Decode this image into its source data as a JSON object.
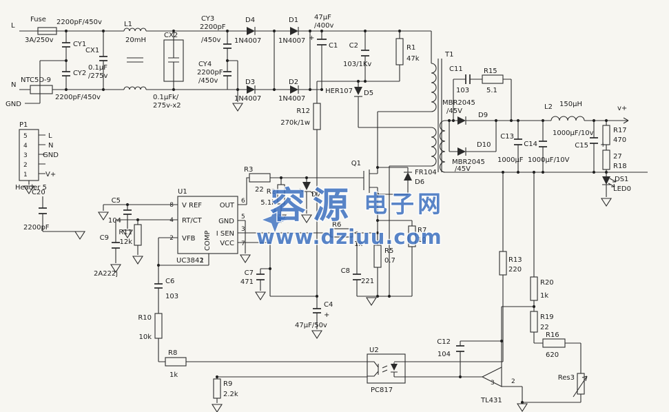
{
  "meta": {
    "background": "#f7f6f1",
    "ink_color": "#2b2b2b",
    "watermark_color": "#3a6fc0"
  },
  "watermark": {
    "word1": "容源",
    "word2": "电子网",
    "url": "www.dziuu.com"
  },
  "input": {
    "l": "L",
    "n": "N",
    "gnd": "GND",
    "fuse": {
      "ref": "Fuse",
      "val": "3A/250v"
    },
    "cy1": {
      "ref": "CY1",
      "val": "2200pF/450v"
    },
    "cy2": {
      "ref": "CY2",
      "val": "2200pF/450v"
    },
    "ntc": {
      "ref": "NTC5D-9"
    },
    "cx1": {
      "ref": "CX1",
      "v1": "0.1μF",
      "v2": "/275v"
    },
    "l1": {
      "ref": "L1",
      "val": "20mH"
    },
    "cx2": {
      "ref": "CX2",
      "v1": "0.1μFk/",
      "v2": "275v-x2"
    },
    "cy3": {
      "ref": "CY3",
      "v1": "2200pF",
      "v2": "/450v"
    },
    "cy4": {
      "ref": "CY4",
      "v1": "2200pF",
      "v2": "/450v"
    }
  },
  "bridge": {
    "d4": {
      "ref": "D4",
      "val": "1N4007"
    },
    "d1": {
      "ref": "D1",
      "val": "1N4007"
    },
    "d3": {
      "ref": "D3",
      "val": "1N4007"
    },
    "d2": {
      "ref": "D2",
      "val": "1N4007"
    },
    "c1": {
      "ref": "C1",
      "v1": "47μF",
      "v2": "/400v",
      "plus": "+"
    }
  },
  "primary": {
    "c2": {
      "ref": "C2",
      "val": "103/1Kv"
    },
    "r1": {
      "ref": "R1",
      "val": "47k"
    },
    "t1": {
      "ref": "T1"
    },
    "d5": {
      "ref": "D5",
      "val": "HER107"
    },
    "r12": {
      "ref": "R12",
      "val": "270k/1w"
    },
    "q1": {
      "ref": "Q1"
    },
    "d6": {
      "ref": "D6",
      "val": "FR104"
    },
    "r3": {
      "ref": "R3",
      "val": "22"
    },
    "r2": {
      "ref": "R2",
      "val": "5.1k"
    },
    "d7": {
      "ref": "D7"
    },
    "r6": {
      "ref": "R6",
      "val": "1k"
    },
    "r7": {
      "ref": "R7",
      "val": "10"
    },
    "r5": {
      "ref": "R5",
      "val": "0.7"
    },
    "c8": {
      "ref": "C8",
      "val": "221"
    }
  },
  "controller": {
    "u1": {
      "ref": "U1",
      "part": "UC3842",
      "pins": {
        "vref": "V REF",
        "rtct": "RT/CT",
        "vfb": "VFB",
        "out": "OUT",
        "gnd": "GND",
        "isen": "I SEN",
        "vcc": "VCC",
        "comp": "COMP"
      },
      "nums": {
        "p8": "8",
        "p4": "4",
        "p2": "2",
        "p6": "6",
        "p5": "5",
        "p3": "3",
        "p7": "7",
        "p1": "1"
      }
    },
    "c5": {
      "ref": "C5",
      "val": "104"
    },
    "c9": {
      "ref": "C9",
      "val": "2A222j"
    },
    "r11": {
      "ref": "R11",
      "val": "12k"
    },
    "c7": {
      "ref": "C7",
      "val": "471"
    },
    "c4": {
      "ref": "C4",
      "v1": "47μF/50v",
      "plus": "+"
    },
    "c6": {
      "ref": "C6",
      "val": "103"
    },
    "r10": {
      "ref": "R10",
      "val": "10k"
    },
    "r8": {
      "ref": "R8",
      "val": "1k"
    },
    "r9": {
      "ref": "R9",
      "val": "2.2k"
    },
    "c20": {
      "ref": "C20",
      "val": "2200pF"
    }
  },
  "header": {
    "ref": "P1",
    "name": "Header 5",
    "pins": [
      "5",
      "4",
      "3",
      "2",
      "1"
    ],
    "labels": [
      "L",
      "N",
      "GND",
      "",
      "V+"
    ]
  },
  "secondary": {
    "d9": {
      "ref": "D9",
      "v1": "MBR2045",
      "v2": "/45V"
    },
    "d10": {
      "ref": "D10",
      "v1": "MBR2045",
      "v2": "/45V"
    },
    "c11": {
      "ref": "C11",
      "val": "103"
    },
    "r15": {
      "ref": "R15",
      "val": "5.1"
    },
    "l2": {
      "ref": "L2",
      "val": "150μH"
    },
    "vplus": "v+",
    "c13": {
      "ref": "C13",
      "val": "1000μF"
    },
    "c14": {
      "ref": "C14",
      "val": "1000μF/10V"
    },
    "c15": {
      "ref": "C15",
      "val": "1000μF/10v",
      "plus": "+"
    },
    "r17": {
      "ref": "R17",
      "val": "470"
    },
    "r18": {
      "ref": "R18",
      "val": "27"
    },
    "ds1": {
      "ref": "DS1",
      "val": "LED0"
    }
  },
  "feedback": {
    "u2": {
      "ref": "U2",
      "part": "PC817"
    },
    "u3": {
      "part": "TL431",
      "p3": "3",
      "p2": "2"
    },
    "r13": {
      "ref": "R13",
      "val": "220"
    },
    "r20": {
      "ref": "R20",
      "val": "1k"
    },
    "r19": {
      "ref": "R19",
      "val": "22"
    },
    "r16": {
      "ref": "R16",
      "val": "620"
    },
    "c12": {
      "ref": "C12",
      "val": "104"
    },
    "res3": {
      "ref": "Res3"
    }
  }
}
